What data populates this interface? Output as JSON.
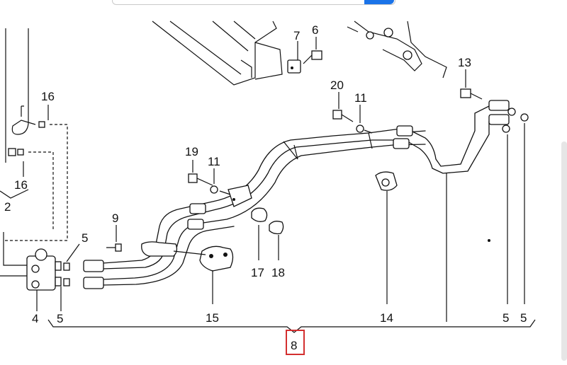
{
  "labels": {
    "l7": "7",
    "l6": "6",
    "l16a": "16",
    "l16b": "16",
    "l2": "2",
    "l13": "13",
    "l20": "20",
    "l11a": "11",
    "l19": "19",
    "l11b": "11",
    "l9": "9",
    "l5a": "5",
    "l5b": "5",
    "l4": "4",
    "l17": "17",
    "l18": "18",
    "l15": "15",
    "l14": "14",
    "l5c": "5",
    "l5d": "5",
    "l8": "8"
  },
  "colors": {
    "accent_box": "#d32f2f",
    "ink": "#111111",
    "search_button": "#1a73e8"
  }
}
